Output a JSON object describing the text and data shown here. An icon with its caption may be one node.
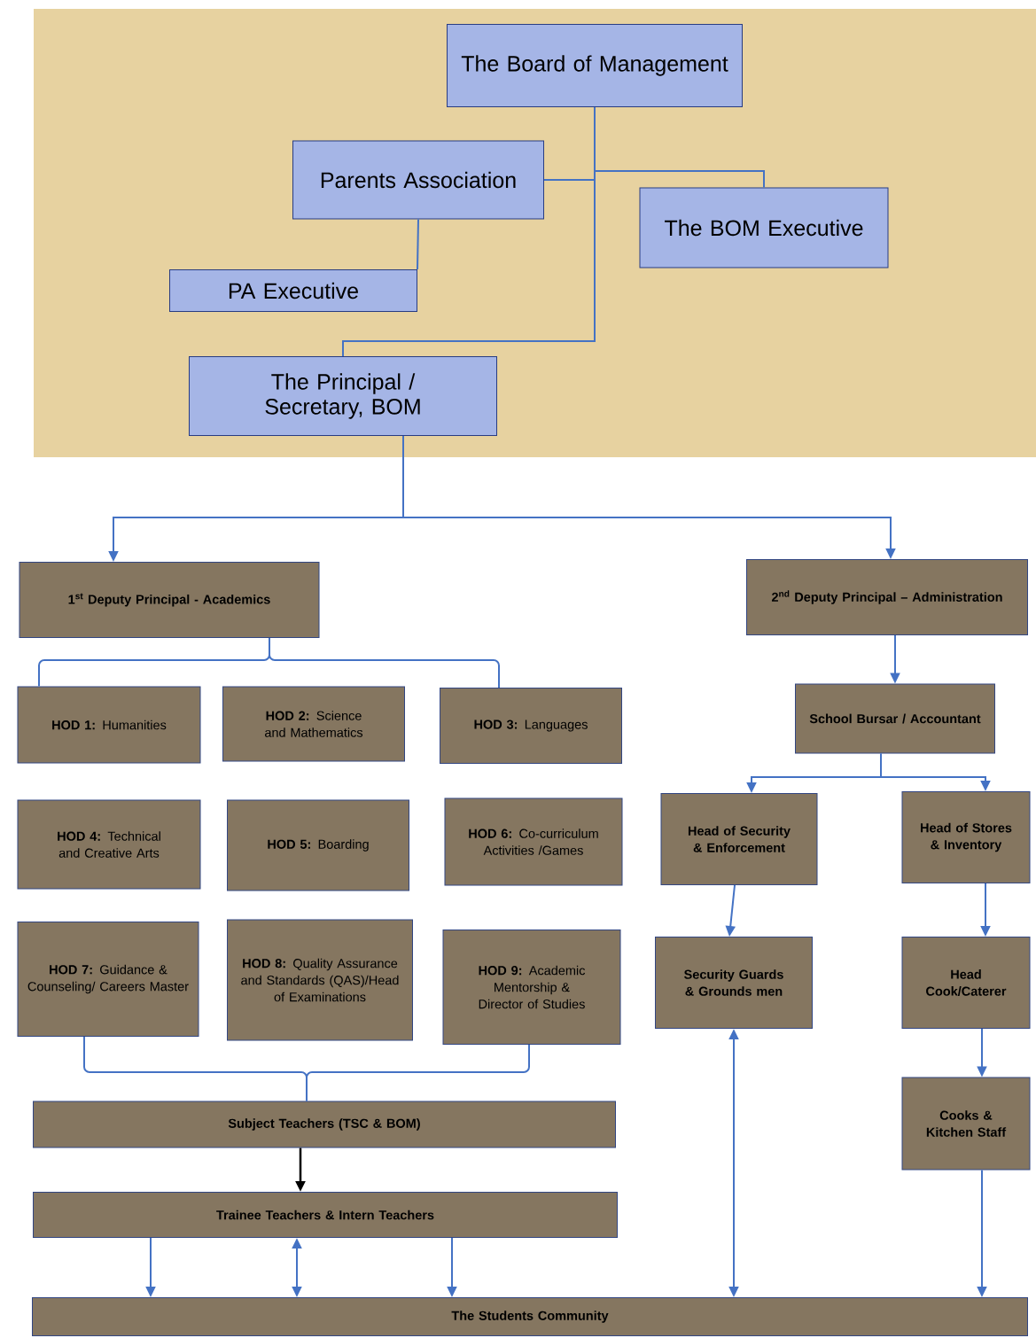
{
  "diagram": {
    "nodes": [
      {
        "text": [
          "The Board of Management"
        ]
      },
      {
        "text": [
          "Parents Association"
        ]
      },
      {
        "text": [
          "The BOM Executive"
        ]
      },
      {
        "text": [
          "PA Executive"
        ]
      },
      {
        "text": [
          "The Principal / Secretary, BOM"
        ]
      },
      {
        "text": [
          "1$^{st}$ Deputy Principal - Academics"
        ]
      },
      {
        "text": [
          "2$^{nd}$ Deputy Principal – Administration"
        ]
      },
      {
        "text": [
          "**HOD 1:** Humanities"
        ]
      },
      {
        "text": [
          "**HOD 2:** Science and Mathematics"
        ]
      },
      {
        "text": [
          "**HOD 3:** Languages"
        ]
      },
      {
        "text": [
          "**HOD 4:** Technical and Creative Arts"
        ]
      },
      {
        "text": [
          "**HOD 5:** Boarding"
        ]
      },
      {
        "text": [
          "**HOD 6:** Co-curriculum Activities /Games"
        ]
      },
      {
        "text": [
          "**HOD 7:** Guidance & Counseling/ Careers Master"
        ]
      },
      {
        "text": [
          "**HOD 8:** Quality Assurance and Standards (QAS)/Head of Examinations"
        ]
      },
      {
        "text": [
          "**HOD 9:** Academic Mentorship & Director of Studies"
        ]
      },
      {
        "text": [
          "School Bursar / Accountant"
        ]
      },
      {
        "text": [
          "Head of Security & Enforcement"
        ]
      },
      {
        "text": [
          "Head of Stores & Inventory"
        ]
      },
      {
        "text": [
          "Security Guards & Grounds men"
        ]
      },
      {
        "text": [
          "Head Cook/Caterer"
        ]
      },
      {
        "text": [
          "Cooks & Kitchen Staff"
        ]
      },
      {
        "text": [
          "Subject Teachers (TSC & BOM)"
        ]
      },
      {
        "text": [
          "Trainee Teachers & Intern Teachers"
        ]
      },
      {
        "text": [
          "The Students Community"
        ]
      }
    ],
    "edges": [
      {
        "from": 0,
        "to": 1,
        "arrow": "none"
      },
      {
        "from": 0,
        "to": 2,
        "arrow": "none"
      },
      {
        "from": 0,
        "to": 4,
        "arrow": "none"
      },
      {
        "from": 1,
        "to": 3,
        "arrow": "none"
      },
      {
        "from": 4,
        "to": 5,
        "arrow": "to"
      },
      {
        "from": 4,
        "to": 6,
        "arrow": "to"
      },
      {
        "from": 5,
        "to": 7,
        "arrow": "none"
      },
      {
        "from": 5,
        "to": 9,
        "arrow": "none"
      },
      {
        "from": 6,
        "to": 16,
        "arrow": "to"
      },
      {
        "from": 16,
        "to": 17,
        "arrow": "to"
      },
      {
        "from": 16,
        "to": 18,
        "arrow": "to"
      },
      {
        "from": 17,
        "to": 19,
        "arrow": "to"
      },
      {
        "from": 18,
        "to": 20,
        "arrow": "to"
      },
      {
        "from": 20,
        "to": 21,
        "arrow": "to"
      },
      {
        "from": 13,
        "to": 22,
        "arrow": "none"
      },
      {
        "from": 15,
        "to": 22,
        "arrow": "none"
      },
      {
        "from": 22,
        "to": 23,
        "arrow": "to",
        "color": "#000000"
      },
      {
        "from": 23,
        "to": 24,
        "arrow": "to"
      },
      {
        "from": 23,
        "to": 24,
        "arrow": "both"
      },
      {
        "from": 23,
        "to": 24,
        "arrow": "to"
      },
      {
        "from": 19,
        "to": 24,
        "arrow": "both"
      },
      {
        "from": 21,
        "to": 24,
        "arrow": "to"
      }
    ]
  }
}
